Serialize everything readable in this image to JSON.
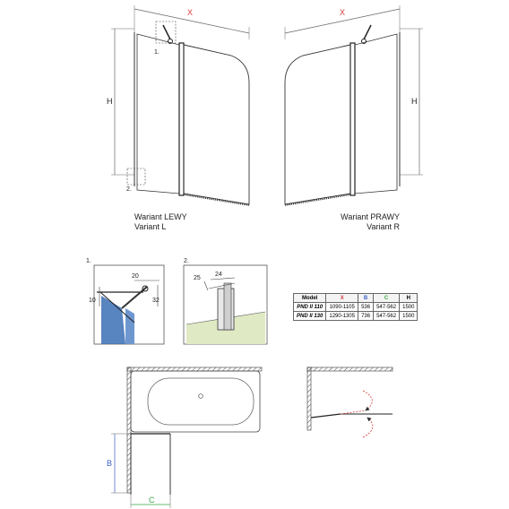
{
  "dimensions": {
    "width": "X",
    "height": "H",
    "b": "B",
    "c": "C"
  },
  "detail_marks": {
    "one": "1.",
    "two": "2."
  },
  "variant_left": {
    "line1": "Wariant LEWY",
    "line2": "Variant L"
  },
  "variant_right": {
    "line1": "Wariant PRAWY",
    "line2": "Variant R"
  },
  "detail1": {
    "label": "1.",
    "dim_a": "20",
    "dim_b": "10",
    "dim_c": "32"
  },
  "detail2": {
    "label": "2.",
    "dim_a": "24",
    "dim_b": "25"
  },
  "table": {
    "headers": [
      "Model",
      "X",
      "B",
      "C",
      "H"
    ],
    "header_colors": {
      "X": "#d43a3a",
      "B": "#3a5ec8",
      "C": "#3aa844",
      "H": "#222222"
    },
    "rows": [
      [
        "PND II 110",
        "1090-1105",
        "536",
        "547-562",
        "1500"
      ],
      [
        "PND II 130",
        "1290-1305",
        "736",
        "547-562",
        "1500"
      ]
    ]
  },
  "colors": {
    "glass": "#3b6fb4",
    "floor": "#dfe9c4",
    "accent_red": "#d43a3a",
    "b_blue": "#3a5ec8",
    "c_green": "#3aa844"
  }
}
